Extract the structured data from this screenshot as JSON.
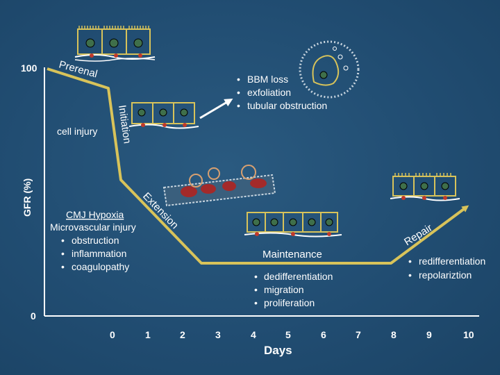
{
  "y_axis": {
    "label": "GFR (%)",
    "ticks": [
      "100",
      "0"
    ]
  },
  "x_axis": {
    "label": "Days",
    "ticks": [
      "0",
      "1",
      "2",
      "3",
      "4",
      "5",
      "6",
      "7",
      "8",
      "9",
      "10"
    ]
  },
  "phases": {
    "prerenal": "Prerenal",
    "initiation": "Initiation",
    "extension": "Extension",
    "maintenance": "Maintenance",
    "repair": "Repair"
  },
  "cell_injury": "cell injury",
  "loss_list": [
    "BBM loss",
    "exfoliation",
    "tubular obstruction"
  ],
  "cmj": {
    "title": "CMJ Hypoxia",
    "subtitle": "Microvascular injury",
    "items": [
      "obstruction",
      "inflammation",
      "coagulopathy"
    ]
  },
  "maintenance_items": [
    "dedifferentiation",
    "migration",
    "proliferation"
  ],
  "repair_items": [
    "redifferentiation",
    "repolariztion"
  ],
  "colors": {
    "curve": "#d8c35a",
    "background": "#1f4a6e",
    "text": "#ffffff"
  }
}
